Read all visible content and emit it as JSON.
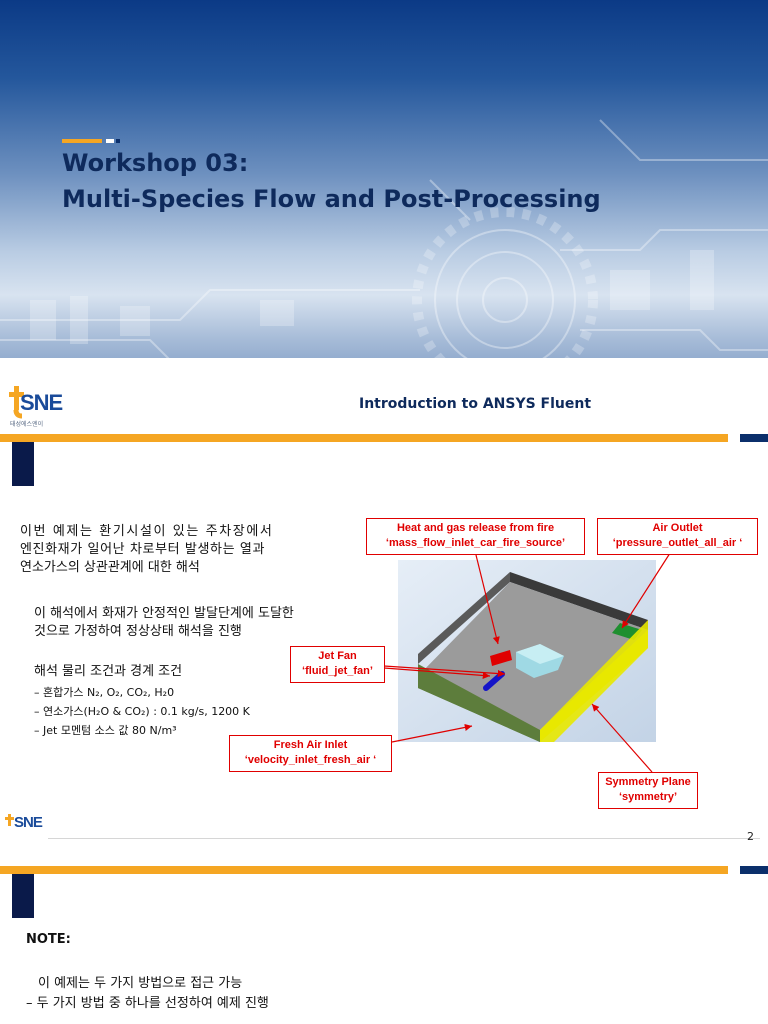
{
  "title_slide": {
    "title_line1": "Workshop 03:",
    "title_line2": "Multi-Species Flow and Post-Processing",
    "subtitle": "Introduction to ANSYS Fluent",
    "logo_text": "SNE",
    "logo_subtext": "태성에스엔이",
    "accent_color": "#f5a623",
    "brand_color": "#0b2f6b"
  },
  "slide2": {
    "intro_lines": [
      "이번 예제는 환기시설이 있는 주차장에서",
      "엔진화재가 일어난 차로부터 발생하는 열과",
      "연소가스의 상관관계에 대한 해석"
    ],
    "assumption_lines": [
      "이 해석에서 화재가 안정적인 발달단계에 도달한",
      "것으로 가정하여 정상상태 해석을 진행"
    ],
    "conditions_heading": "해석 물리 조건과 경계 조건",
    "bullets": [
      "– 혼합가스 N₂, O₂, CO₂, H₂0",
      "– 연소가스(H₂O & CO₂) : 0.1 kg/s, 1200 K",
      "– Jet 모멘텀 소스 값 80 N/m³"
    ],
    "callouts": {
      "fire_line1": "Heat and gas release from fire",
      "fire_line2": "‘mass_flow_inlet_car_fire_source’",
      "outlet_line1": "Air Outlet",
      "outlet_line2": "‘pressure_outlet_all_air ‘",
      "jetfan_line1": "Jet Fan",
      "jetfan_line2": "‘fluid_jet_fan’",
      "fresh_line1": "Fresh Air Inlet",
      "fresh_line2": "‘velocity_inlet_fresh_air ‘",
      "sym_line1": "Symmetry Plane",
      "sym_line2": "‘symmetry’"
    },
    "footer_logo": "SNE",
    "page_number": "2"
  },
  "slide3": {
    "note_label": "NOTE:",
    "line1": "이 예제는 두 가지 방법으로 접근 가능",
    "line2": "– 두 가지 방법 중 하나를 선정하여 예제 진행"
  }
}
